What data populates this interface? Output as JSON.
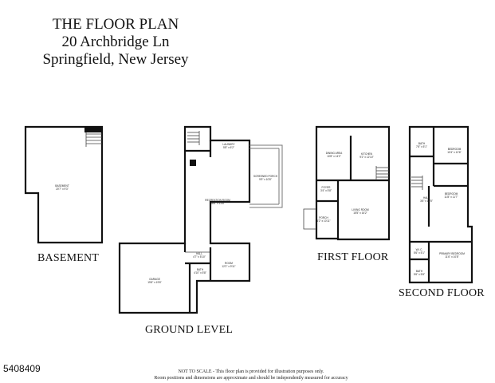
{
  "header": {
    "title": "THE FLOOR PLAN",
    "address_line1": "20 Archbridge Ln",
    "address_line2": "Springfield, New Jersey"
  },
  "floors": {
    "basement": "BASEMENT",
    "ground_level": "GROUND LEVEL",
    "first_floor": "FIRST FLOOR",
    "second_floor": "SECOND FLOOR"
  },
  "rooms": {
    "basement": {
      "name": "BASEMENT",
      "dims": "20'7\" x 9'3\""
    },
    "laundry": {
      "name": "LAUNDRY",
      "dims": "5'8\" x 6'2\""
    },
    "screened_porch": {
      "name": "SCREENED PORCH",
      "dims": "9'9\" x 10'8\""
    },
    "recreation_room": {
      "name": "RECREATION ROOM",
      "dims": "18'6\" x 13'8\""
    },
    "hall_ground": {
      "name": "HALL",
      "dims": "4'7\" x 5'10\""
    },
    "room": {
      "name": "ROOM",
      "dims": "12'2\" x 9'11\""
    },
    "bath_ground": {
      "name": "BATH",
      "dims": "4'10\" x 5'8\""
    },
    "garage": {
      "name": "GARAGE",
      "dims": "19'6\" x 19'6\""
    },
    "dining_area": {
      "name": "DINING AREA",
      "dims": "10'8\" x 14'2\""
    },
    "kitchen": {
      "name": "KITCHEN",
      "dims": "9'2\" x 12'10\""
    },
    "foyer": {
      "name": "FOYER",
      "dims": "3'4\" x 5'8\""
    },
    "porch": {
      "name": "PORCH",
      "dims": "4'2\" x 10'11\""
    },
    "living_room": {
      "name": "LIVING ROOM",
      "dims": "15'5\" x 16'2\""
    },
    "bath_upper": {
      "name": "BATH",
      "dims": "7'6\" x 5'1\""
    },
    "bedroom_1": {
      "name": "BEDROOM",
      "dims": "10'4\" x 12'6\""
    },
    "hall_upper": {
      "name": "HALL",
      "dims": "3'6\" x 12'5\""
    },
    "bedroom_2": {
      "name": "BEDROOM",
      "dims": "11'8\" x 11'7\""
    },
    "wic": {
      "name": "W.I.C.",
      "dims": "5'6\" x 5'1\""
    },
    "primary_bedroom": {
      "name": "PRIMARY BEDROOM",
      "dims": "11'6\" x 10'8\""
    },
    "bath_primary": {
      "name": "BATH",
      "dims": "5'6\" x 5'8\""
    }
  },
  "footer": {
    "listing_id": "5408409",
    "disclaimer_line1": "NOT TO SCALE - This floor plan is provided for illustration purposes only.",
    "disclaimer_line2": "Room positions and dimensions are approximate and should be independently measured for accuracy"
  }
}
